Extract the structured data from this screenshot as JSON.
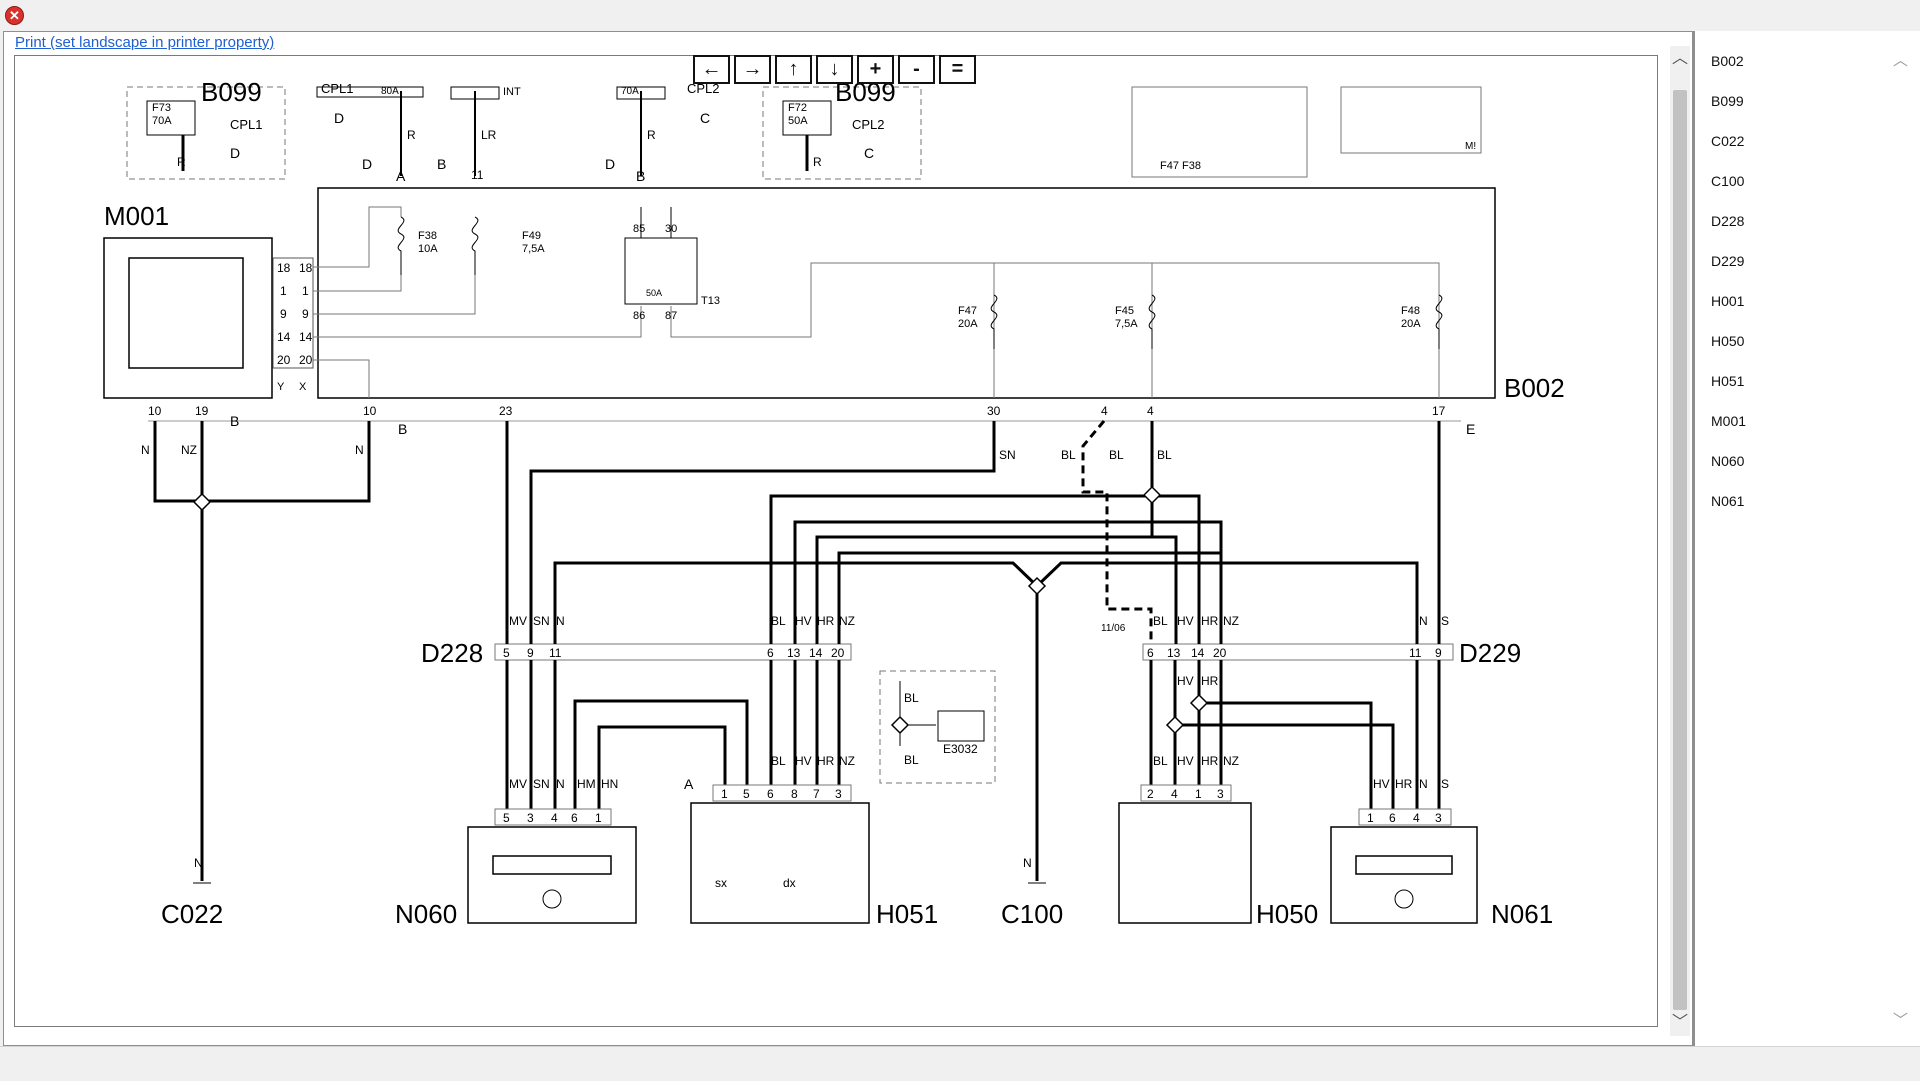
{
  "window": {
    "close_glyph": "✕"
  },
  "toolbar": {
    "print_link": "Print (set landscape in printer property)"
  },
  "nav": {
    "left": "←",
    "right": "→",
    "up": "↑",
    "down": "↓",
    "zoom_in": "+",
    "zoom_out": "-",
    "fit": "="
  },
  "scroll": {
    "up": "︿",
    "down": "﹀"
  },
  "components": [
    "B002",
    "B099",
    "C022",
    "C100",
    "D228",
    "D229",
    "H001",
    "H050",
    "H051",
    "M001",
    "N060",
    "N061"
  ],
  "diagram": {
    "labels": {
      "b099a": "B099",
      "b099b": "B099",
      "cpl1": "CPL1",
      "cpl1b": "CPL1",
      "cpl2": "CPL2",
      "cpl2b": "CPL2",
      "m001": "M001",
      "b002": "B002",
      "d228": "D228",
      "d229": "D229",
      "c022": "C022",
      "n060": "N060",
      "h051": "H051",
      "c100": "C100",
      "h050": "H050",
      "n061": "N061",
      "e3032": "E3032",
      "int": "INT",
      "f47f38": "F47 F38",
      "m1": "M!",
      "ver": "11/06"
    },
    "fuses": {
      "f73": "F73",
      "f73a": "70A",
      "f72": "F72",
      "f72a": "50A",
      "f38": "F38",
      "f38a": "10A",
      "f49": "F49",
      "f49a": "7,5A",
      "f47": "F47",
      "f47a": "20A",
      "f45": "F45",
      "f45a": "7,5A",
      "f48": "F48",
      "f48a": "20A",
      "t13": "T13",
      "relay": "50A",
      "r85": "85",
      "r30": "30",
      "r86": "86",
      "r87": "87",
      "top80": "80A",
      "top70": "70A"
    },
    "letters": {
      "d": "D",
      "b": "B",
      "a": "A",
      "c": "C",
      "e": "E",
      "y": "Y",
      "x": "X"
    },
    "pins": {
      "m001": [
        "18",
        "1",
        "9",
        "14",
        "20"
      ],
      "b002_bottom": [
        "10",
        "19",
        "10",
        "23",
        "30",
        "4",
        "4",
        "17"
      ],
      "d228": [
        "5",
        "9",
        "11",
        "6",
        "13",
        "14",
        "20"
      ],
      "d229": [
        "6",
        "13",
        "14",
        "20",
        "11",
        "9"
      ],
      "n060": [
        "5",
        "3",
        "4",
        "6",
        "1"
      ],
      "h051": [
        "1",
        "5",
        "6",
        "8",
        "7",
        "3"
      ],
      "h050": [
        "2",
        "4",
        "1",
        "3"
      ],
      "n061": [
        "1",
        "6",
        "4",
        "3"
      ],
      "top_a": "11"
    },
    "wires": {
      "r": "R",
      "lr": "LR",
      "n": "N",
      "nz": "NZ",
      "sn": "SN",
      "bl": "BL",
      "mv": "MV",
      "hv": "HV",
      "hr": "HR",
      "hm": "HM",
      "hn": "HN",
      "s": "S",
      "sx": "sx",
      "dx": "dx"
    }
  }
}
